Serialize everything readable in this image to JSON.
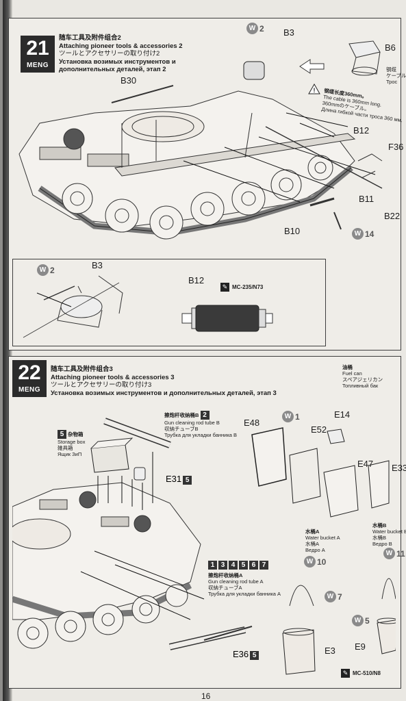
{
  "page_number": "16",
  "step21": {
    "number": "21",
    "brand": "MENG",
    "title_cn": "随车工具及附件组合2",
    "title_en": "Attaching pioneer tools & accessories 2",
    "title_jp": "ツールとアクセサリーの取り付け2",
    "title_ru1": "Установка возимых инструментов и",
    "title_ru2": "дополнительных деталей, этап 2",
    "labels": {
      "w2": "W",
      "w2_n": "2",
      "b3": "B3",
      "b6": "B6",
      "b30": "B30",
      "b12": "B12",
      "f36": "F36",
      "b11": "B11",
      "b22": "B22",
      "b10": "B10",
      "w14": "W",
      "w14_n": "14"
    },
    "cable_note": {
      "cn": "钢缆长度360mm。",
      "en": "The cable is 360mm long.",
      "jp": "360mmのケーブル。",
      "ru": "Длина гибкой части троса 360 мм."
    },
    "cable_label": {
      "cn": "钢缆",
      "jp": "ケーブル",
      "ru": "Трос"
    },
    "detail": {
      "w2": "W",
      "w2_n": "2",
      "b3": "B3",
      "b12": "B12",
      "paint": "MC-235/N73"
    }
  },
  "step22": {
    "number": "22",
    "brand": "MENG",
    "title_cn": "随车工具及附件组合3",
    "title_en": "Attaching pioneer tools & accessories 3",
    "title_jp": "ツールとアクセサリーの取り付け3",
    "title_ru": "Установка возимых инструментов и дополнительных деталей, этап 3",
    "fuel_can": {
      "cn": "油桶",
      "en": "Fuel can",
      "jp": "スペアジェリカン",
      "ru": "Топливный бак"
    },
    "storage_box": {
      "num": "5",
      "cn": "杂物箱",
      "en": "Storage box",
      "jp": "雑具箱",
      "ru": "Ящик ЗиП"
    },
    "rod_tube_b": {
      "num": "2",
      "cn": "擦炮杆收纳桶B",
      "en": "Gun cleaning rod tube B",
      "jp": "収納チューブB",
      "ru": "Трубка для укладки банника B"
    },
    "rod_tube_a": {
      "nums": [
        "1",
        "3",
        "4",
        "5",
        "6",
        "7"
      ],
      "cn": "擦炮杆收纳桶A",
      "en": "Gun cleaning rod tube A",
      "jp": "収納チューブA",
      "ru": "Трубка для укладки банника A"
    },
    "water_a": {
      "cn": "水桶A",
      "en": "Water bucket A",
      "jp": "水桶A",
      "ru": "Ведро A"
    },
    "water_b": {
      "cn": "水桶B",
      "en": "Water bucket B",
      "jp": "水桶B",
      "ru": "Ведро B"
    },
    "labels": {
      "e48": "E48",
      "e52": "E52",
      "e14": "E14",
      "e47": "E47",
      "e33": "E33",
      "e31": "E31",
      "e31_n": "5",
      "e36": "E36",
      "e36_n": "5",
      "e3": "E3",
      "e9": "E9",
      "w1": "W",
      "w1_n": "1",
      "w10": "W",
      "w10_n": "10",
      "w7": "W",
      "w7_n": "7",
      "w11": "W",
      "w11_n": "11",
      "w5": "W",
      "w5_n": "5"
    },
    "paint": "MC-510/N8"
  }
}
